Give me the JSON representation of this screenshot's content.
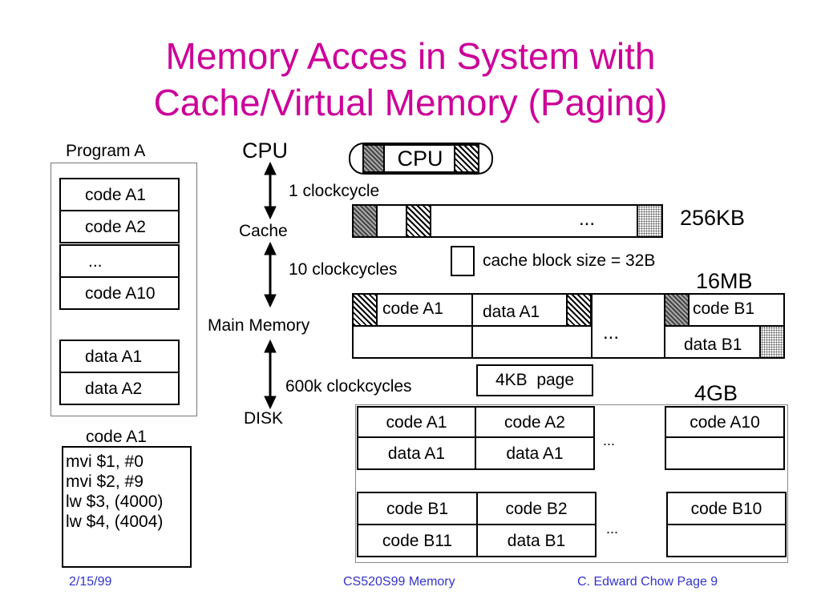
{
  "title": {
    "line1": "Memory Acces in System with",
    "line2": "Cache/Virtual Memory (Paging)"
  },
  "program": {
    "label": "Program A",
    "code_cells": [
      "code A1",
      "code A2",
      "...",
      "code A10"
    ],
    "data_cells": [
      "data A1",
      "data A2"
    ]
  },
  "code_listing": {
    "label": "code A1",
    "lines": [
      "mvi $1, #0",
      "mvi $2, #9",
      "lw $3, (4000)",
      "lw $4, (4004)"
    ]
  },
  "hierarchy": {
    "cpu": "CPU",
    "cache": "Cache",
    "main_memory": "Main Memory",
    "disk": "DISK",
    "cpu_cache_cost": "1 clockcycle",
    "cache_mem_cost": "10 clockcycles",
    "mem_disk_cost": "600k clockcycles"
  },
  "cpu_box": {
    "label": "CPU"
  },
  "cache_strip": {
    "ellipsis": "...",
    "size": "256KB"
  },
  "cache_block": {
    "label": "cache block size = 32B"
  },
  "main_memory": {
    "size": "16MB",
    "cells": [
      "code A1",
      "data A1",
      "code B1",
      "data B1"
    ],
    "ellipsis": "..."
  },
  "page": {
    "label": "4KB  page"
  },
  "disk": {
    "size": "4GB",
    "row1": [
      "code A1",
      "code A2",
      "code A10"
    ],
    "row2": [
      "data A1",
      "data A1"
    ],
    "row3": [
      "code B1",
      "code B2",
      "code B10"
    ],
    "row4": [
      "code B11",
      "data B1"
    ],
    "ellipsis": "..."
  },
  "footer": {
    "date": "2/15/99",
    "course": "CS520S99 Memory",
    "author": "C. Edward Chow Page 9"
  }
}
